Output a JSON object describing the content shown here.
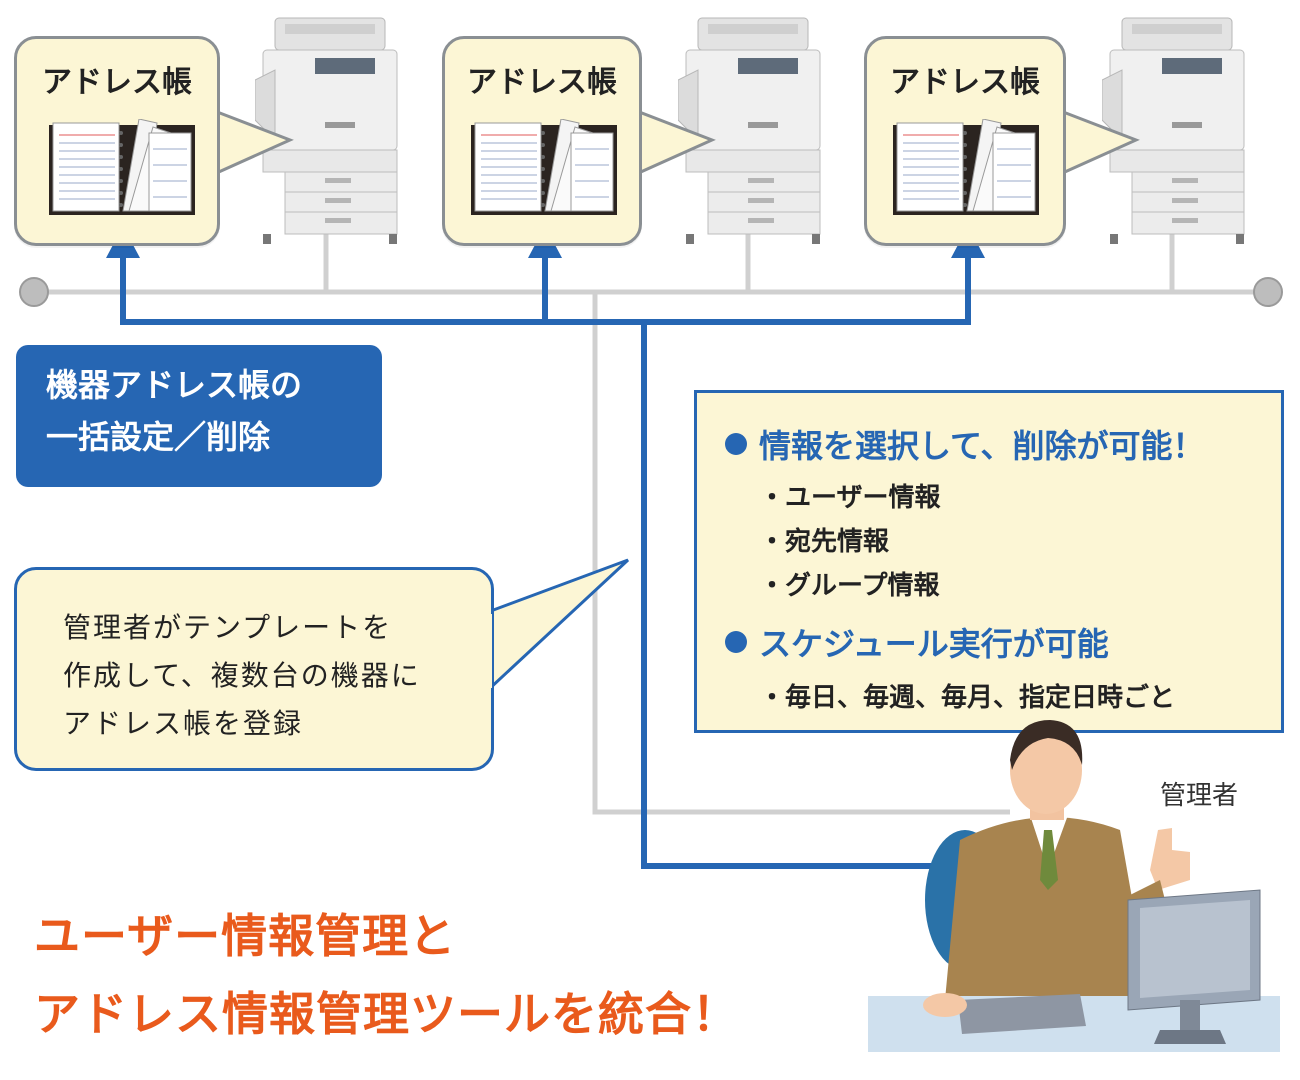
{
  "address_book_label": "アドレス帳",
  "blue_box": {
    "line1": "機器アドレス帳の",
    "line2": "一括設定／削除"
  },
  "info_box": {
    "heading1": "情報を選択して、削除が可能！",
    "items1": [
      "・ユーザー情報",
      "・宛先情報",
      "・グループ情報"
    ],
    "heading2": "スケジュール実行が可能",
    "items2": [
      "・毎日、毎週、毎月、指定日時ごと"
    ]
  },
  "speech": {
    "line1": "管理者がテンプレートを",
    "line2": "作成して、複数台の機器に",
    "line3": "アドレス帳を登録"
  },
  "person_label": "管理者",
  "headline": {
    "line1": "ユーザー情報管理と",
    "line2": "アドレス情報管理ツールを統合！"
  },
  "colors": {
    "blue": "#2666b3",
    "orange": "#e95a1c",
    "cream": "#fcf6d5",
    "network_gray": "#c8c8c8"
  },
  "icons": [
    "address-book-icon",
    "printer-icon",
    "administrator-figure",
    "monitor-icon",
    "keyboard-icon"
  ]
}
